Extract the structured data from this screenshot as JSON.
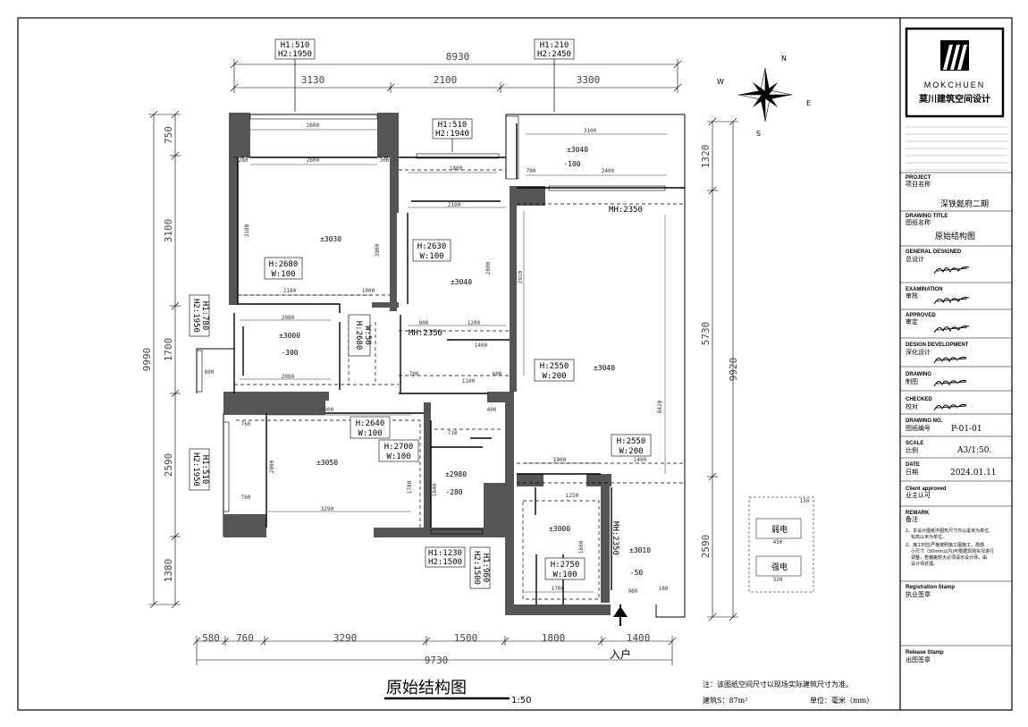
{
  "titleblock": {
    "logo_text": "MOKCHUEN",
    "company": "莫川建筑空间设计",
    "project_label": "PROJECT",
    "project_cn": "项目名称",
    "project_value": "深铁懿府二期",
    "drawing_title_label": "DRAWING TITLE",
    "drawing_title_cn": "图纸名称",
    "drawing_title_value": "原始结构图",
    "general_label": "GENERAL  DESIGNED",
    "general_cn": "总设计",
    "examination_label": "EXAMINATION",
    "examination_cn": "审核",
    "approved_label": "APPROVED",
    "approved_cn": "审定",
    "design_dev_label": "DESIGN DEVELOPMENT",
    "design_dev_cn": "深化设计",
    "drawing_label": "DRAWING",
    "drawing_cn": "制图",
    "checked_label": "CHECKED",
    "checked_cn": "校对",
    "drawing_no_label": "DRAWING NO.",
    "drawing_no_cn": "图纸编号",
    "drawing_no_value": "P-01-01",
    "scale_label": "SCALE",
    "scale_cn": "比例",
    "scale_value": "A3/1:50.",
    "date_label": "DATE",
    "date_cn": "日期",
    "date_value": "2024.01.11",
    "client_label": "Client approved",
    "client_cn": "业主认可",
    "remark_label": "REMARK",
    "remark_cn": "备注",
    "remark_1a": "1、本设计图纸中图形尺寸均以毫米为单位,",
    "remark_1b": "标高以米为单位。",
    "remark_2a": "2、施工时应严格按照施工图施工，局部",
    "remark_2b": "小尺寸（50mm以内)可根据现场实况进行",
    "remark_2c": "调整，若偏差较大必须请示设计师，由",
    "remark_2d": "设计师处理。",
    "registration_label": "Registration Stamp",
    "registration_cn": "执业签章",
    "release_label": "Release Stamp",
    "release_cn": "出图签章"
  },
  "drawing": {
    "title": "原始结构图",
    "scale": "1:50",
    "note": "注：该图纸空间尺寸以现场实际建筑尺寸为准。",
    "area": "建筑S：87m²",
    "unit": "单位：毫米（mm）",
    "entry": "入户",
    "legend_weak": "弱电",
    "legend_strong": "强电",
    "compass_n": "N",
    "compass_s": "S",
    "compass_e": "E",
    "compass_w": "W"
  },
  "dimensions": {
    "top_total": "8930",
    "top_segments": [
      "3130",
      "2100",
      "3300"
    ],
    "bottom_total": "9730",
    "bottom_segments": [
      "580",
      "760",
      "3290",
      "1500",
      "1800",
      "1400"
    ],
    "left_total": "9990",
    "left_segments": [
      "750",
      "3100",
      "1700",
      "2590",
      "1380"
    ],
    "right_total": "9920",
    "right_segments": [
      "1320",
      "5730",
      "2590"
    ]
  },
  "openings": [
    {
      "h1": "H1:510",
      "h2": "H2:1950"
    },
    {
      "h1": "H1:210",
      "h2": "H2:2450"
    },
    {
      "h1": "H1:510",
      "h2": "H2:1940"
    },
    {
      "h1": "H1:780",
      "h2": "H2:1950"
    },
    {
      "h1": "H1:510",
      "h2": "H2:1950"
    },
    {
      "h1": "H1:1230",
      "h2": "H2:1500"
    },
    {
      "h1": "H1:960",
      "h2": "H2:1500"
    }
  ],
  "doors": [
    {
      "h": "H:2680",
      "w": "W:100"
    },
    {
      "h": "H:2630",
      "w": "W:100"
    },
    {
      "h": "H:2550",
      "w": "W:200"
    },
    {
      "h": "H:2640",
      "w": "W:100"
    },
    {
      "h": "H:2700",
      "w": "W:100"
    },
    {
      "h": "H:2550",
      "w": "W:200"
    },
    {
      "h": "H:2750",
      "w": "W:100"
    },
    {
      "h": "H:2680",
      "w": "W:50"
    }
  ],
  "levels": [
    "±3030",
    "±3040",
    "±3040",
    "±3000",
    "-300",
    "±3040",
    "-100",
    "±3050",
    "±2980",
    "-280",
    "±3000",
    "±3010",
    "-50"
  ],
  "beam_heights": [
    "MH:2350",
    "MH:2350",
    "MH:2350"
  ],
  "small_dims": [
    "2600",
    "2600",
    "280",
    "300",
    "3100",
    "2400",
    "700",
    "2100",
    "1800",
    "2180",
    "1000",
    "2080",
    "2080",
    "900",
    "1200",
    "1400",
    "1100",
    "600",
    "2300",
    "3290",
    "760",
    "760",
    "710",
    "1900",
    "1400",
    "1250",
    "1700",
    "960",
    "8420",
    "2910",
    "3900",
    "3180",
    "2800",
    "2000",
    "1780",
    "1640",
    "1600",
    "180",
    "800",
    "700",
    "400",
    "450",
    "320",
    "150"
  ]
}
